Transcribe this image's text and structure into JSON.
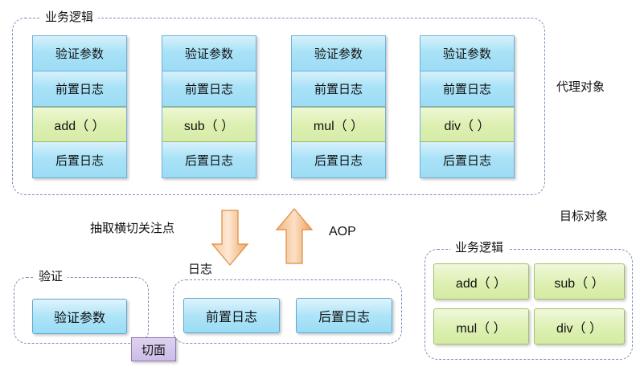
{
  "diagram": {
    "title_note": "AOP proxy object vs target object diagram",
    "colors": {
      "blue_fill": "#a9e2f7",
      "green_fill": "#dcefb0",
      "arrow_orange": "#f0a868",
      "aspect_purple": "#cdbde6",
      "dashed_border": "#7b8fb5"
    }
  },
  "proxy_section": {
    "group_label": "业务逻辑",
    "side_label": "代理对象",
    "columns": [
      {
        "name": "add-column",
        "cells": [
          {
            "text": "验证参数",
            "kind": "blue"
          },
          {
            "text": "前置日志",
            "kind": "blue"
          },
          {
            "text": "add（ ）",
            "kind": "green"
          },
          {
            "text": "后置日志",
            "kind": "blue"
          }
        ]
      },
      {
        "name": "sub-column",
        "cells": [
          {
            "text": "验证参数",
            "kind": "blue"
          },
          {
            "text": "前置日志",
            "kind": "blue"
          },
          {
            "text": "sub（ ）",
            "kind": "green"
          },
          {
            "text": "后置日志",
            "kind": "blue"
          }
        ]
      },
      {
        "name": "mul-column",
        "cells": [
          {
            "text": "验证参数",
            "kind": "blue"
          },
          {
            "text": "前置日志",
            "kind": "blue"
          },
          {
            "text": "mul（ ）",
            "kind": "green"
          },
          {
            "text": "后置日志",
            "kind": "blue"
          }
        ]
      },
      {
        "name": "div-column",
        "cells": [
          {
            "text": "验证参数",
            "kind": "blue"
          },
          {
            "text": "前置日志",
            "kind": "blue"
          },
          {
            "text": "div（ ）",
            "kind": "green"
          },
          {
            "text": "后置日志",
            "kind": "blue"
          }
        ]
      }
    ]
  },
  "middle": {
    "extract_label": "抽取横切关注点",
    "aop_label": "AOP",
    "down_arrow_name": "extract-down-arrow",
    "up_arrow_name": "aop-up-arrow"
  },
  "aspect_section": {
    "validation_group_label": "验证",
    "log_group_label": "日志",
    "aspect_badge": "切面",
    "validation_items": [
      {
        "text": "验证参数"
      }
    ],
    "log_items": [
      {
        "text": "前置日志"
      },
      {
        "text": "后置日志"
      }
    ]
  },
  "target_section": {
    "side_label": "目标对象",
    "group_label": "业务逻辑",
    "methods": [
      {
        "text": "add（ ）"
      },
      {
        "text": "sub（ ）"
      },
      {
        "text": "mul（ ）"
      },
      {
        "text": "div（ ）"
      }
    ]
  }
}
